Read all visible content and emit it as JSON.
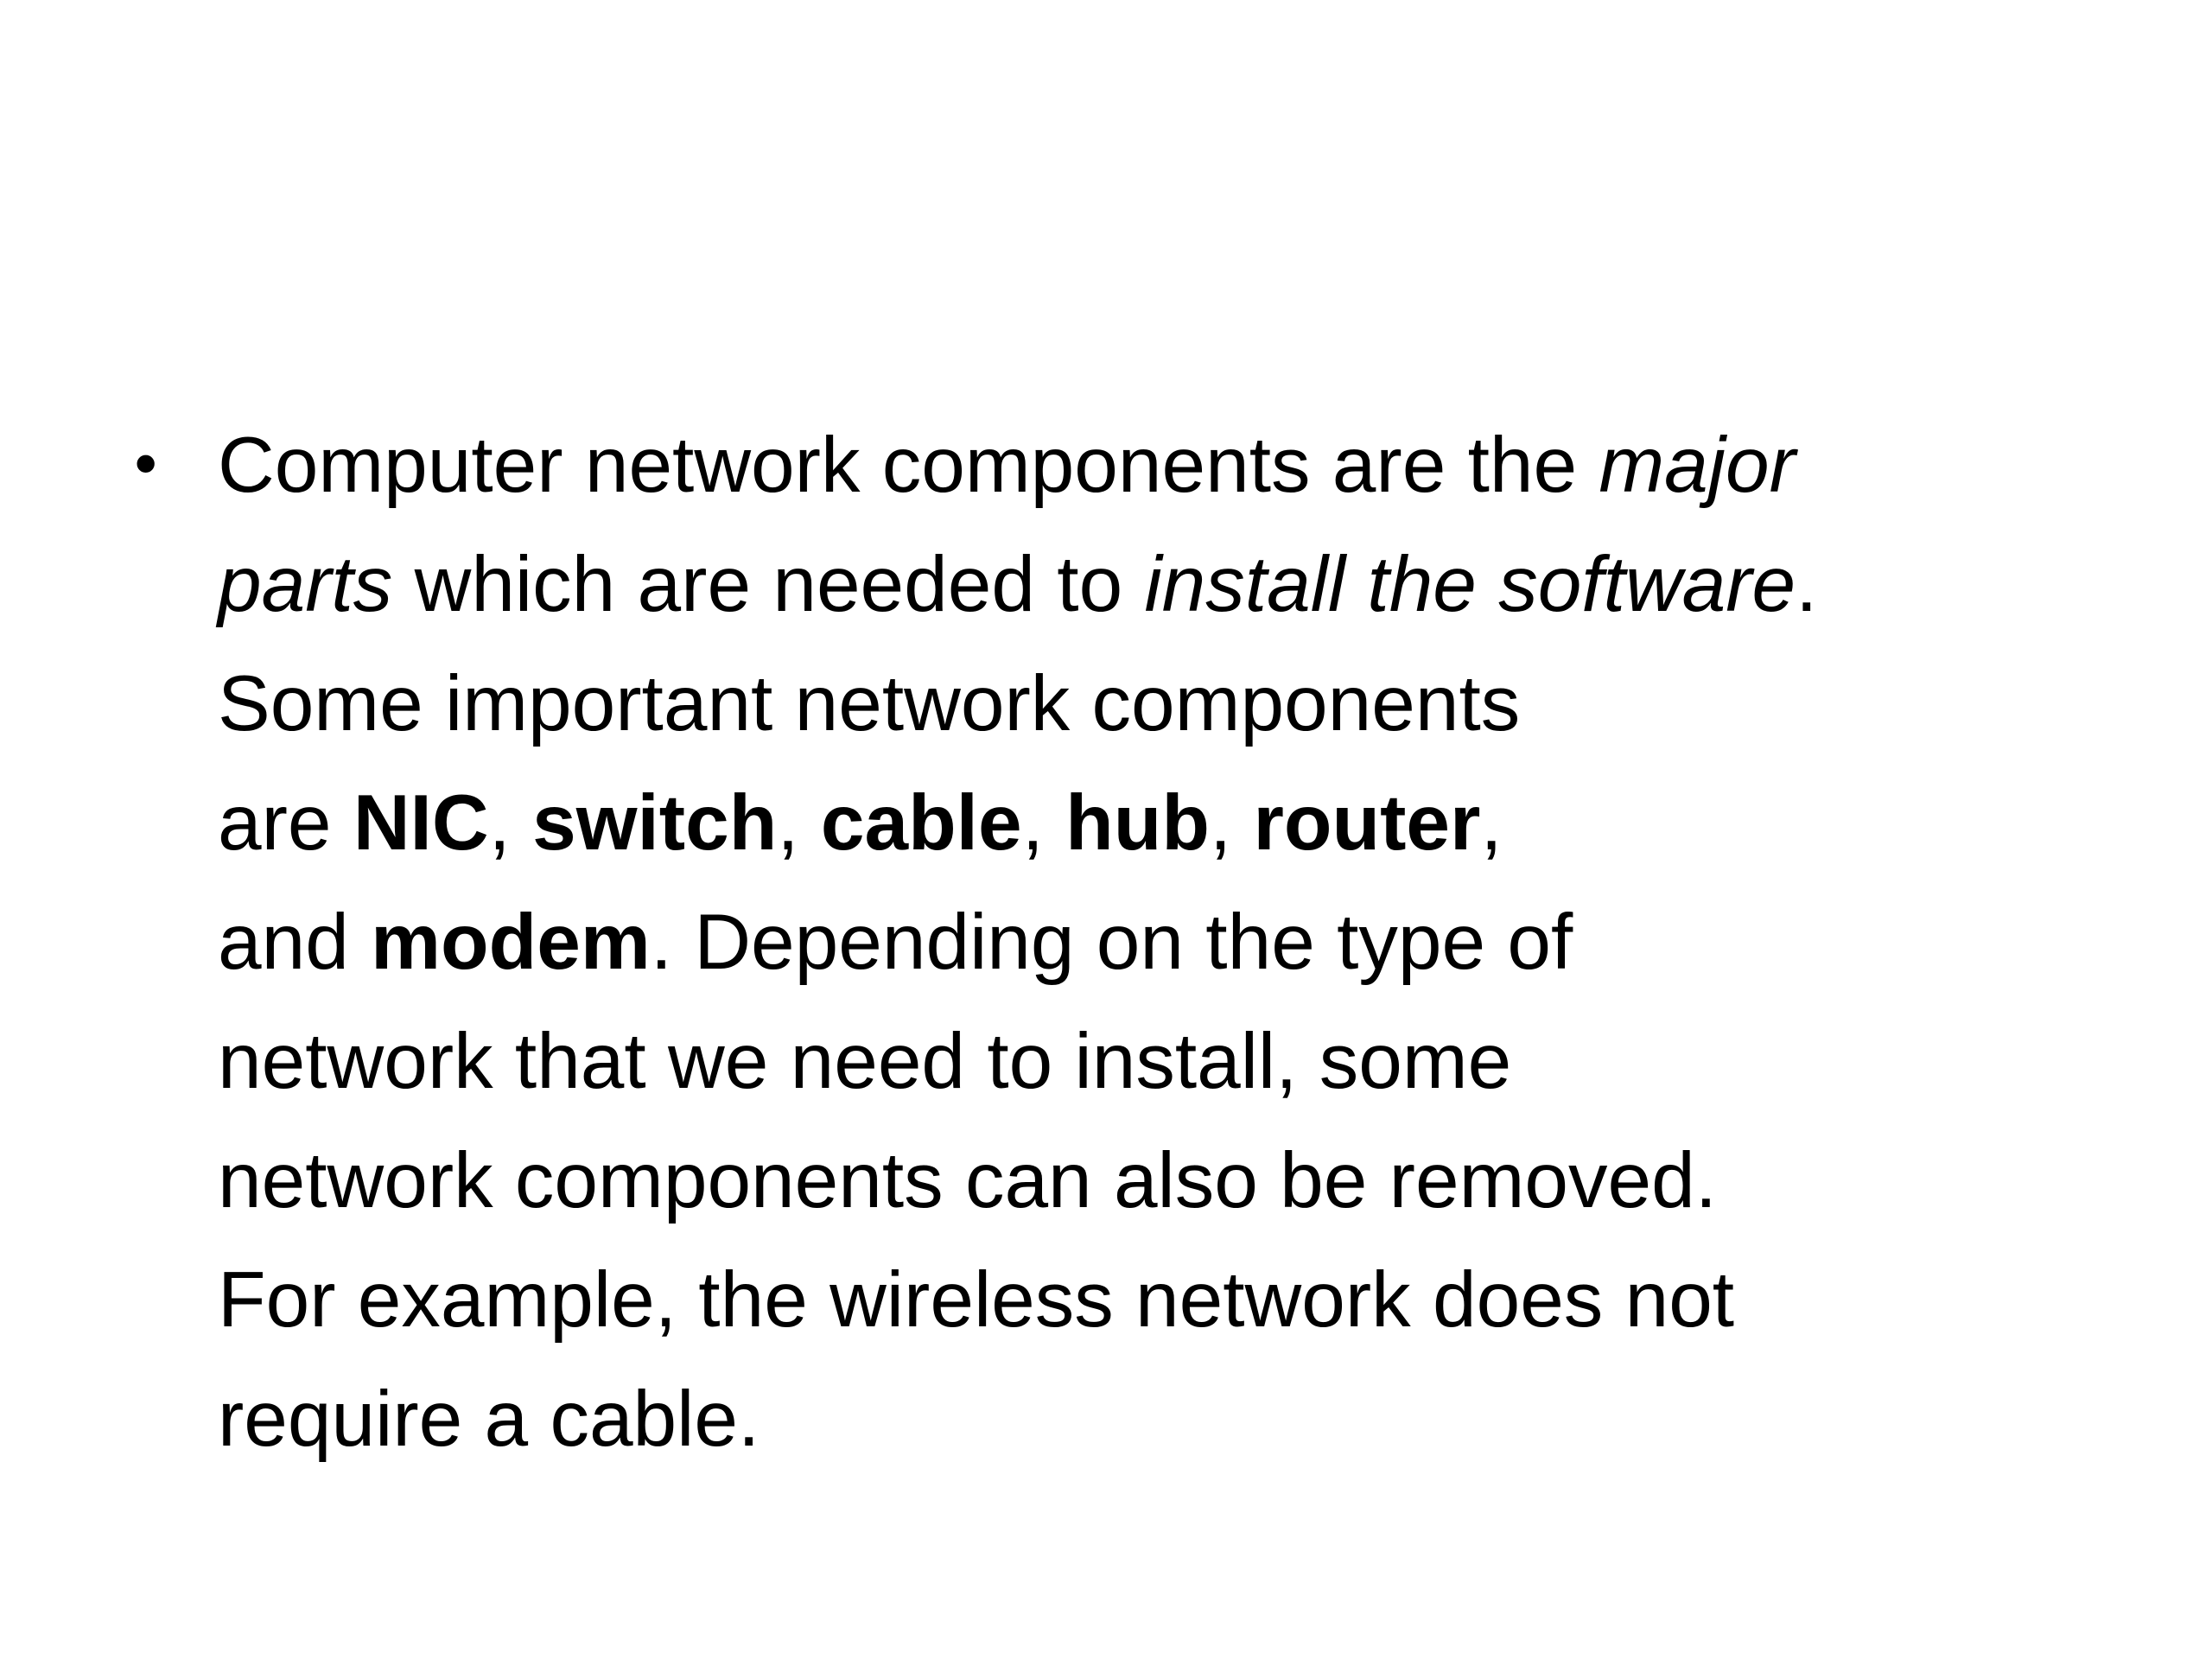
{
  "slide": {
    "bullet_glyph": "•",
    "lines": [
      {
        "a": "Computer network components are the ",
        "b": "major"
      },
      {
        "a": "parts",
        "b": " which are needed to ",
        "c": "install the software",
        "d": "."
      },
      {
        "a": "Some important network components"
      },
      {
        "a": "are ",
        "b": "NIC",
        "c": ", ",
        "d": "switch",
        "e": ", ",
        "f": "cable",
        "g": ", ",
        "h": "hub",
        "i": ", ",
        "j": "router",
        "k": ","
      },
      {
        "a": "and ",
        "b": "modem",
        "c": ". Depending on the type of"
      },
      {
        "a": "network that we need to install, some"
      },
      {
        "a": "network components can also be removed."
      },
      {
        "a": "For example, the wireless network does not"
      },
      {
        "a": "require a cable."
      }
    ]
  }
}
